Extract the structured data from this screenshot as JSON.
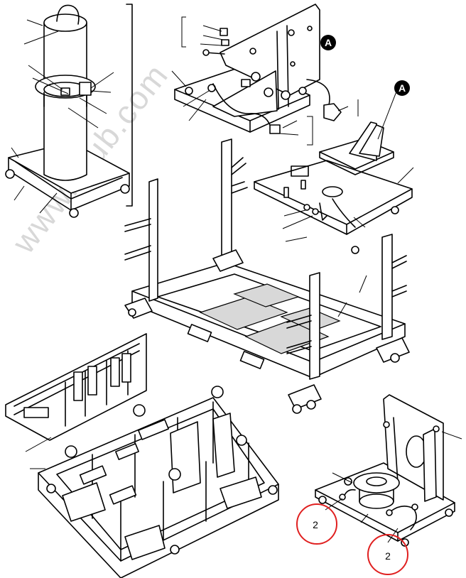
{
  "watermark": "www.tpub.com",
  "callout_a_top": "A",
  "callout_a_right": "A",
  "item_callout_1": "2",
  "item_callout_2": "2",
  "colors": {
    "line": "#000000",
    "callout_circle": "#e02020",
    "watermark": "#b9b9b9"
  }
}
